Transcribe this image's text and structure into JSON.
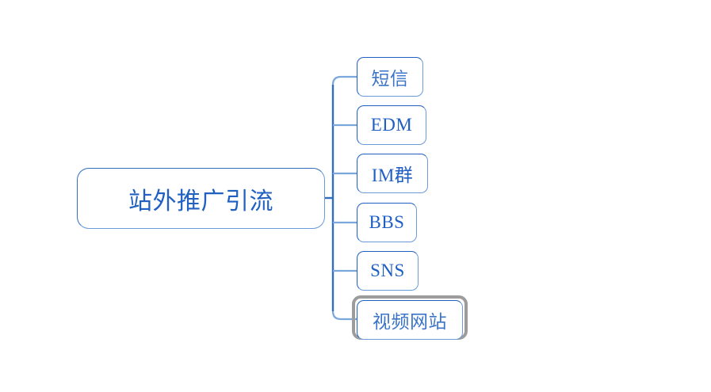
{
  "diagram": {
    "type": "mind-map",
    "title": "站外推广引流",
    "background_color": "#ffffff",
    "node_border_color": "#6b9bd6",
    "node_text_color": "#1f5fc4",
    "connector_color": "#7aa7dc",
    "selection_color": "#9c9c9c",
    "root": {
      "label": "站外推广引流"
    },
    "children": [
      {
        "label": "短信",
        "selected": false
      },
      {
        "label": "EDM",
        "selected": false
      },
      {
        "label": "IM群",
        "selected": false
      },
      {
        "label": "BBS",
        "selected": false
      },
      {
        "label": "SNS",
        "selected": false
      },
      {
        "label": "视频网站",
        "selected": true
      }
    ]
  }
}
